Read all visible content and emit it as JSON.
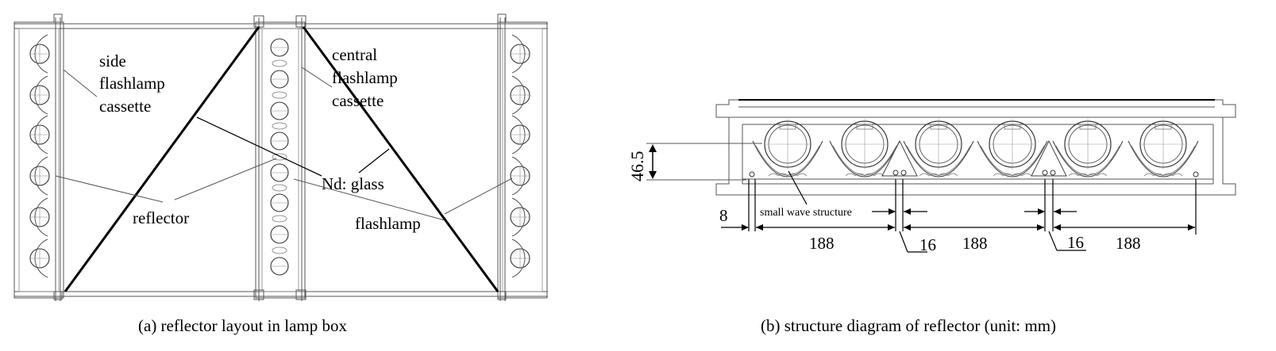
{
  "panel_a": {
    "caption": "(a) reflector layout in lamp box",
    "labels": {
      "side_1": "side",
      "side_2": "flashlamp",
      "side_3": "cassette",
      "central_1": "central",
      "central_2": "flashlamp",
      "central_3": "cassette",
      "glass": "Nd: glass",
      "reflector": "reflector",
      "flashlamp": "flashlamp"
    }
  },
  "panel_b": {
    "caption": "(b) structure diagram of reflector (unit: mm)",
    "labels": {
      "height": "46.5",
      "small_wave": "small wave structure",
      "dim_8": "8",
      "dim_188_a": "188",
      "dim_16_a": "16",
      "dim_188_b": "188",
      "dim_16_b": "16",
      "dim_188_c": "188"
    }
  }
}
